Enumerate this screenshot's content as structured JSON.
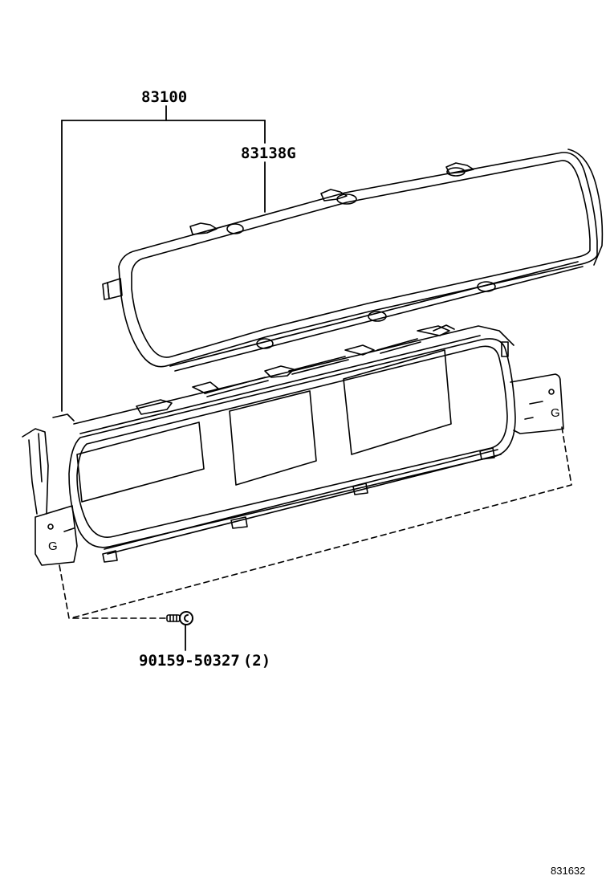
{
  "diagram": {
    "type": "exploded-parts-diagram",
    "parts": [
      {
        "part_number": "83100",
        "description_role": "combination meter assembly (parent group)"
      },
      {
        "part_number": "83138G",
        "description_role": "meter glass / cover frame"
      },
      {
        "part_number": "90159-50327",
        "quantity": "(2)",
        "description_role": "screw"
      }
    ],
    "labels": {
      "assembly": "83100",
      "glass": "83138G",
      "screw": "90159-50327",
      "screw_qty": "(2)"
    },
    "mount_points": {
      "left": "G",
      "right": "G"
    },
    "illustration_id": "831632",
    "colors": {
      "line": "#000000",
      "background": "#ffffff"
    }
  }
}
